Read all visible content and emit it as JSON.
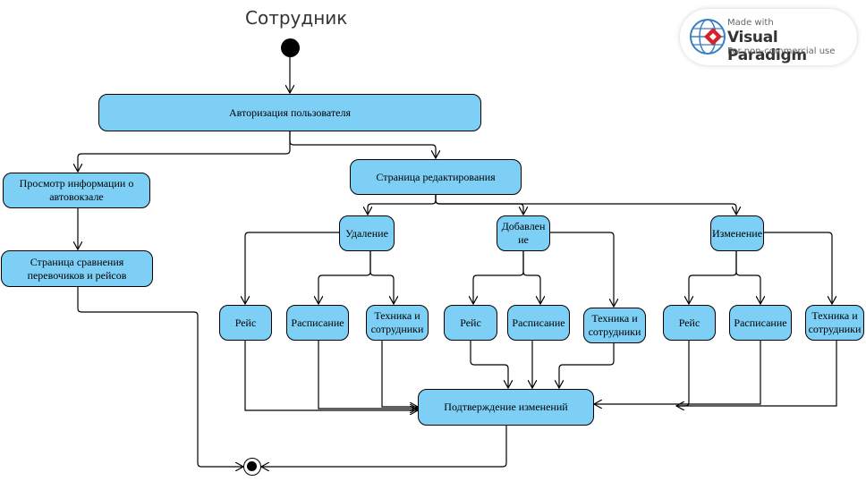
{
  "diagram": {
    "title": "Сотрудник",
    "nodes": {
      "auth": "Авторизация пользователя",
      "view_info": "Просмотр информации о автовокзале",
      "compare": "Страница сравнения перевочиков и рейсов",
      "edit_page": "Страница редактирования",
      "delete": "Удаление",
      "add": "Добавление",
      "change": "Изменение",
      "del_flight": "Рейс",
      "del_schedule": "Расписание",
      "del_tech": "Техника и сотрудники",
      "add_flight": "Рейс",
      "add_schedule": "Расписание",
      "add_tech": "Техника и сотрудники",
      "chg_flight": "Рейс",
      "chg_schedule": "Расписание",
      "chg_tech": "Техника и сотрудники",
      "confirm": "Подтверждение изменений"
    }
  },
  "watermark": {
    "made_with": "Made with",
    "brand": "Visual Paradigm",
    "note": "For non-commercial use"
  },
  "colors": {
    "node_fill": "#7dcff5",
    "stroke": "#000000"
  }
}
